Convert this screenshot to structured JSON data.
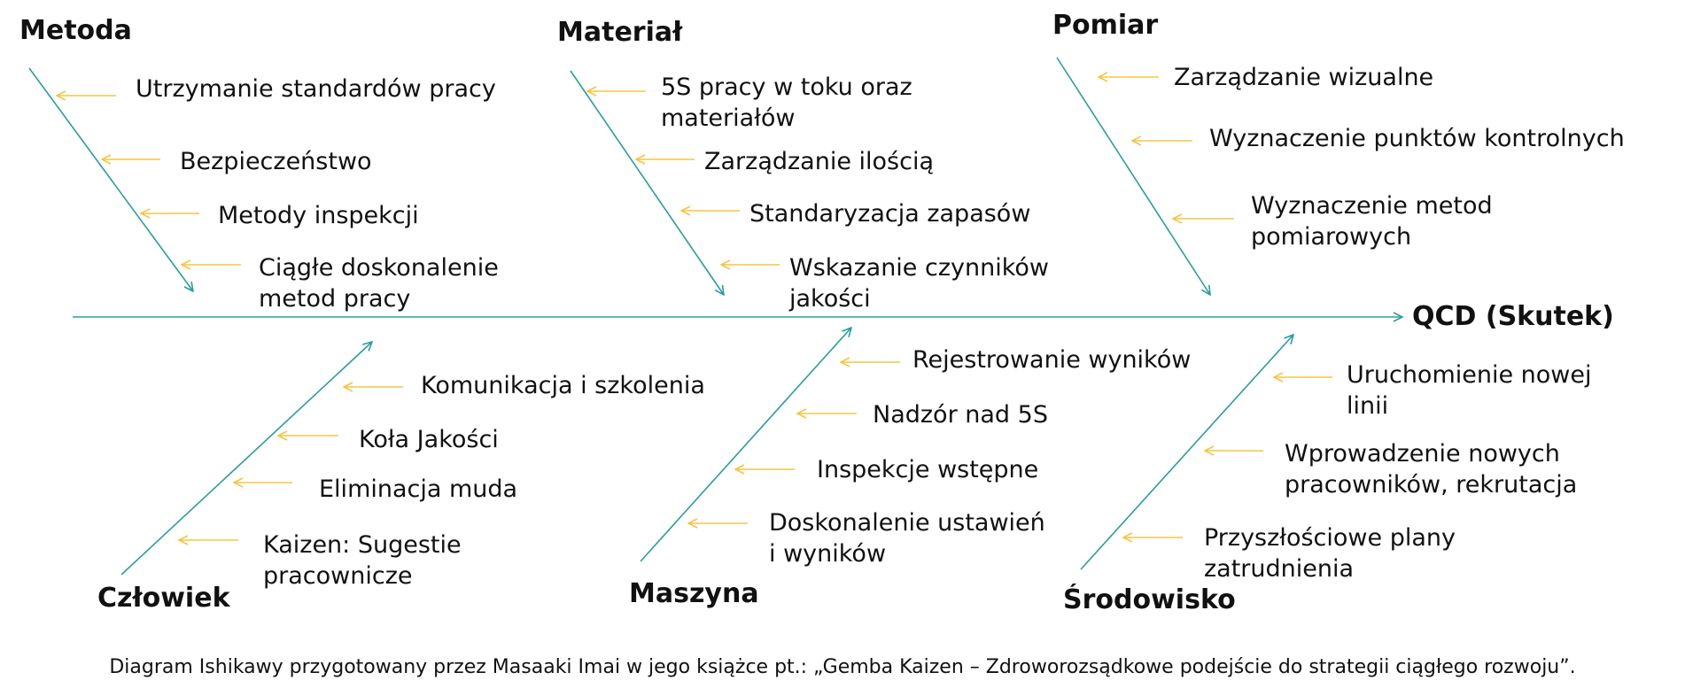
{
  "colors": {
    "spine": "#2a9d9d",
    "bone": "#2a9d9d",
    "cause_arrow": "#f5c542",
    "text": "#111111"
  },
  "effect": "QCD (Skutek)",
  "categories": {
    "metoda": {
      "title": "Metoda",
      "causes": [
        "Utrzymanie standardów pracy",
        "Bezpieczeństwo",
        "Metody inspekcji",
        "Ciągłe doskonalenie\nmetod pracy"
      ]
    },
    "material": {
      "title": "Materiał",
      "causes": [
        "5S pracy w toku oraz\nmateriałów",
        "Zarządzanie ilością",
        "Standaryzacja zapasów",
        "Wskazanie czynników\njakości"
      ]
    },
    "pomiar": {
      "title": "Pomiar",
      "causes": [
        "Zarządzanie wizualne",
        "Wyznaczenie punktów kontrolnych",
        "Wyznaczenie metod\npomiarowych"
      ]
    },
    "czlowiek": {
      "title": "Człowiek",
      "causes": [
        "Komunikacja i szkolenia",
        "Koła Jakości",
        "Eliminacja muda",
        "Kaizen: Sugestie\npracownicze"
      ]
    },
    "maszyna": {
      "title": "Maszyna",
      "causes": [
        "Rejestrowanie wyników",
        "Nadzór nad 5S",
        "Inspekcje wstępne",
        "Doskonalenie ustawień\ni wyników"
      ]
    },
    "srodowisko": {
      "title": "Środowisko",
      "causes": [
        "Uruchomienie nowej\nlinii",
        "Wprowadzenie nowych\npracowników, rekrutacja",
        "Przyszłościowe plany\nzatrudnienia"
      ]
    }
  },
  "caption": "Diagram Ishikawy przygotowany przez Masaaki Imai w jego książce pt.: „Gemba Kaizen – Zdroworozsądkowe podejście do strategii ciągłego rozwoju”."
}
